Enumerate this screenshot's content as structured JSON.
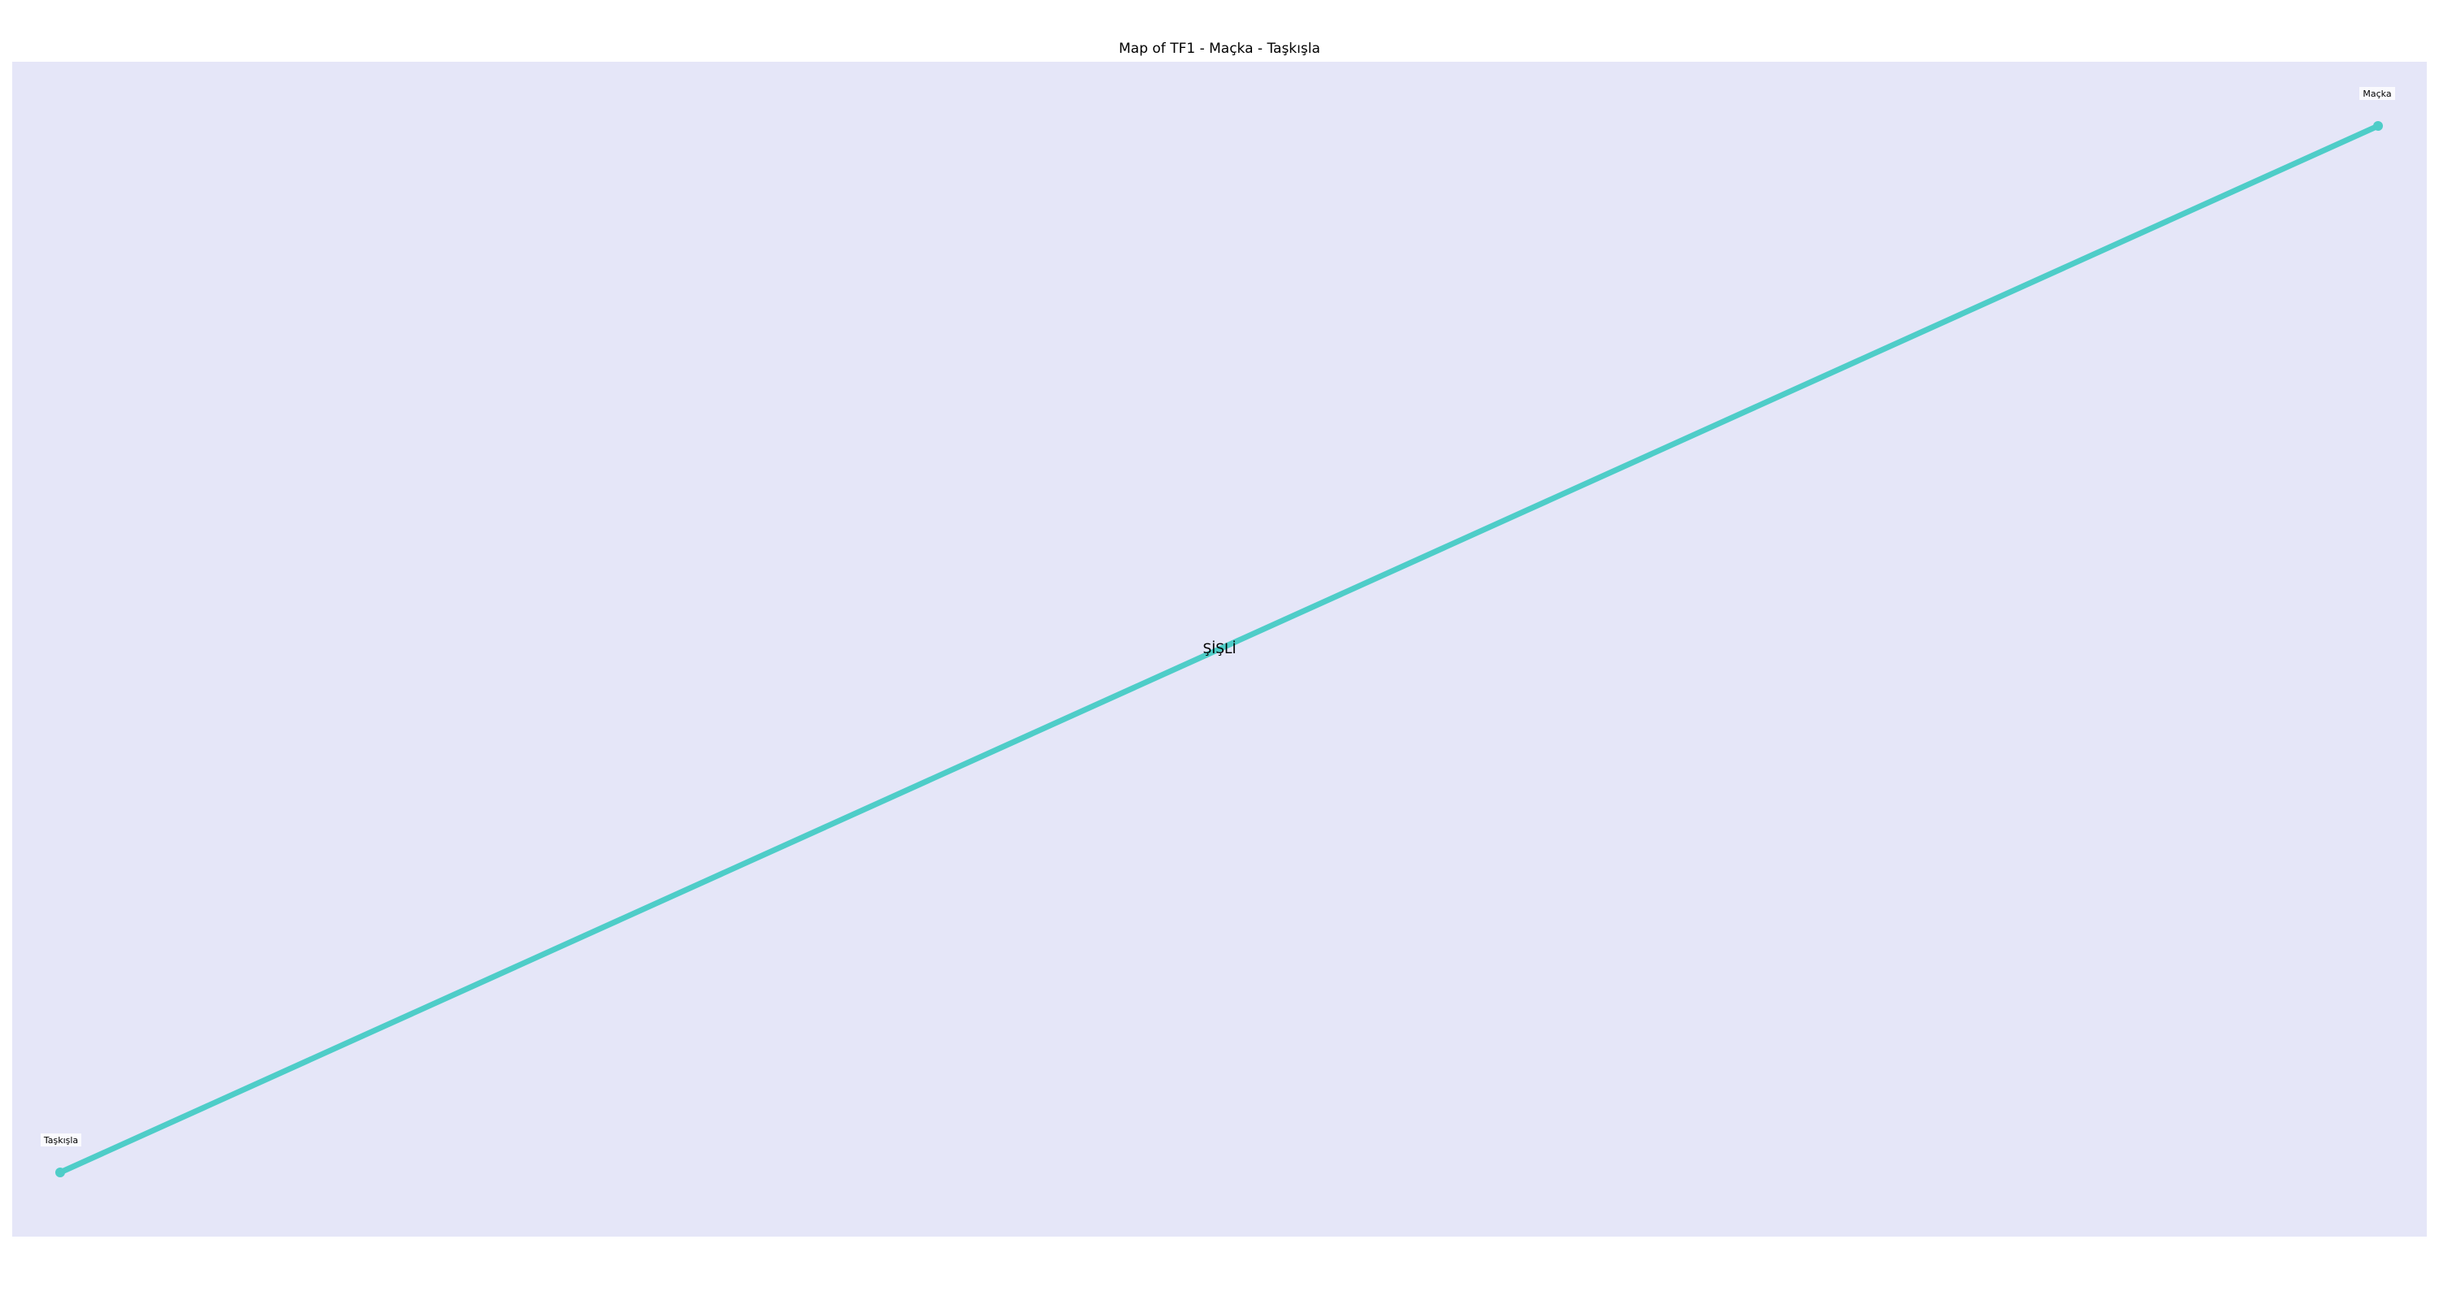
{
  "map": {
    "title": "Map of TF1 - Maçka - Taşkışla",
    "background_color": "#e5e6f8",
    "line_color": "#4ecdc8",
    "district_label": "ŞİŞLİ",
    "stations": [
      {
        "name": "Taşkışla"
      },
      {
        "name": "Maçka"
      }
    ]
  }
}
